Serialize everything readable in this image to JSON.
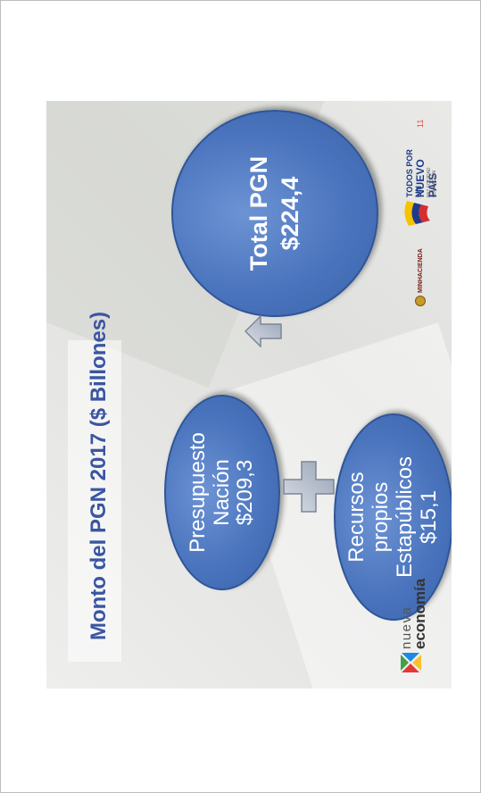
{
  "slide": {
    "title": "Monto del PGN 2017 ($ Billones)",
    "page_number": "11"
  },
  "nodes": {
    "nacion": "Presupuesto\nNación\n$209,3",
    "propios": "Recursos\npropios\nEstapúblicos\n$15,1",
    "total": "Total PGN\n$224,4"
  },
  "operators": {
    "plus": "plus-icon",
    "result": "up-arrow-icon"
  },
  "logos": {
    "nueva_top": "nueva",
    "nueva_bottom": "economía",
    "minhacienda": "MINHACIENDA",
    "todos_line1": "TODOS POR UN",
    "todos_line2": "NUEVO PAÍS",
    "todos_line3": "PAZ EQUIDAD EDUCACIÓN"
  },
  "colors": {
    "oval_fill": "#4a74bd",
    "oval_border": "#2f5597",
    "title_text": "#3a55a2",
    "page_number": "#e24a3a"
  }
}
